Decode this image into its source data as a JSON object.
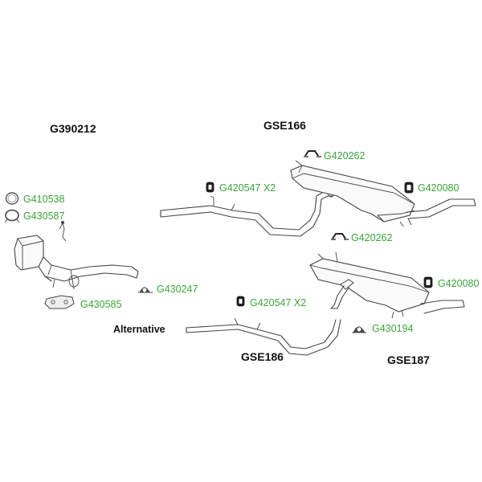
{
  "assemblies": {
    "g390212": "G390212",
    "gse166": "GSE166",
    "gse186": "GSE186",
    "gse187": "GSE187"
  },
  "alternative_label": "Alternative",
  "parts": {
    "g410538": "G410538",
    "g430587": "G430587",
    "g430585": "G430585",
    "g430247": "G430247",
    "g420262_top": "G420262",
    "g420547_top": "G420547 X2",
    "g420080_top": "G420080",
    "g420262_mid": "G420262",
    "g420080_mid": "G420080",
    "g420547_bottom": "G420547 X2",
    "g430194": "G430194"
  },
  "colors": {
    "part_label": "#3aa53a",
    "assembly_label": "#111111"
  }
}
